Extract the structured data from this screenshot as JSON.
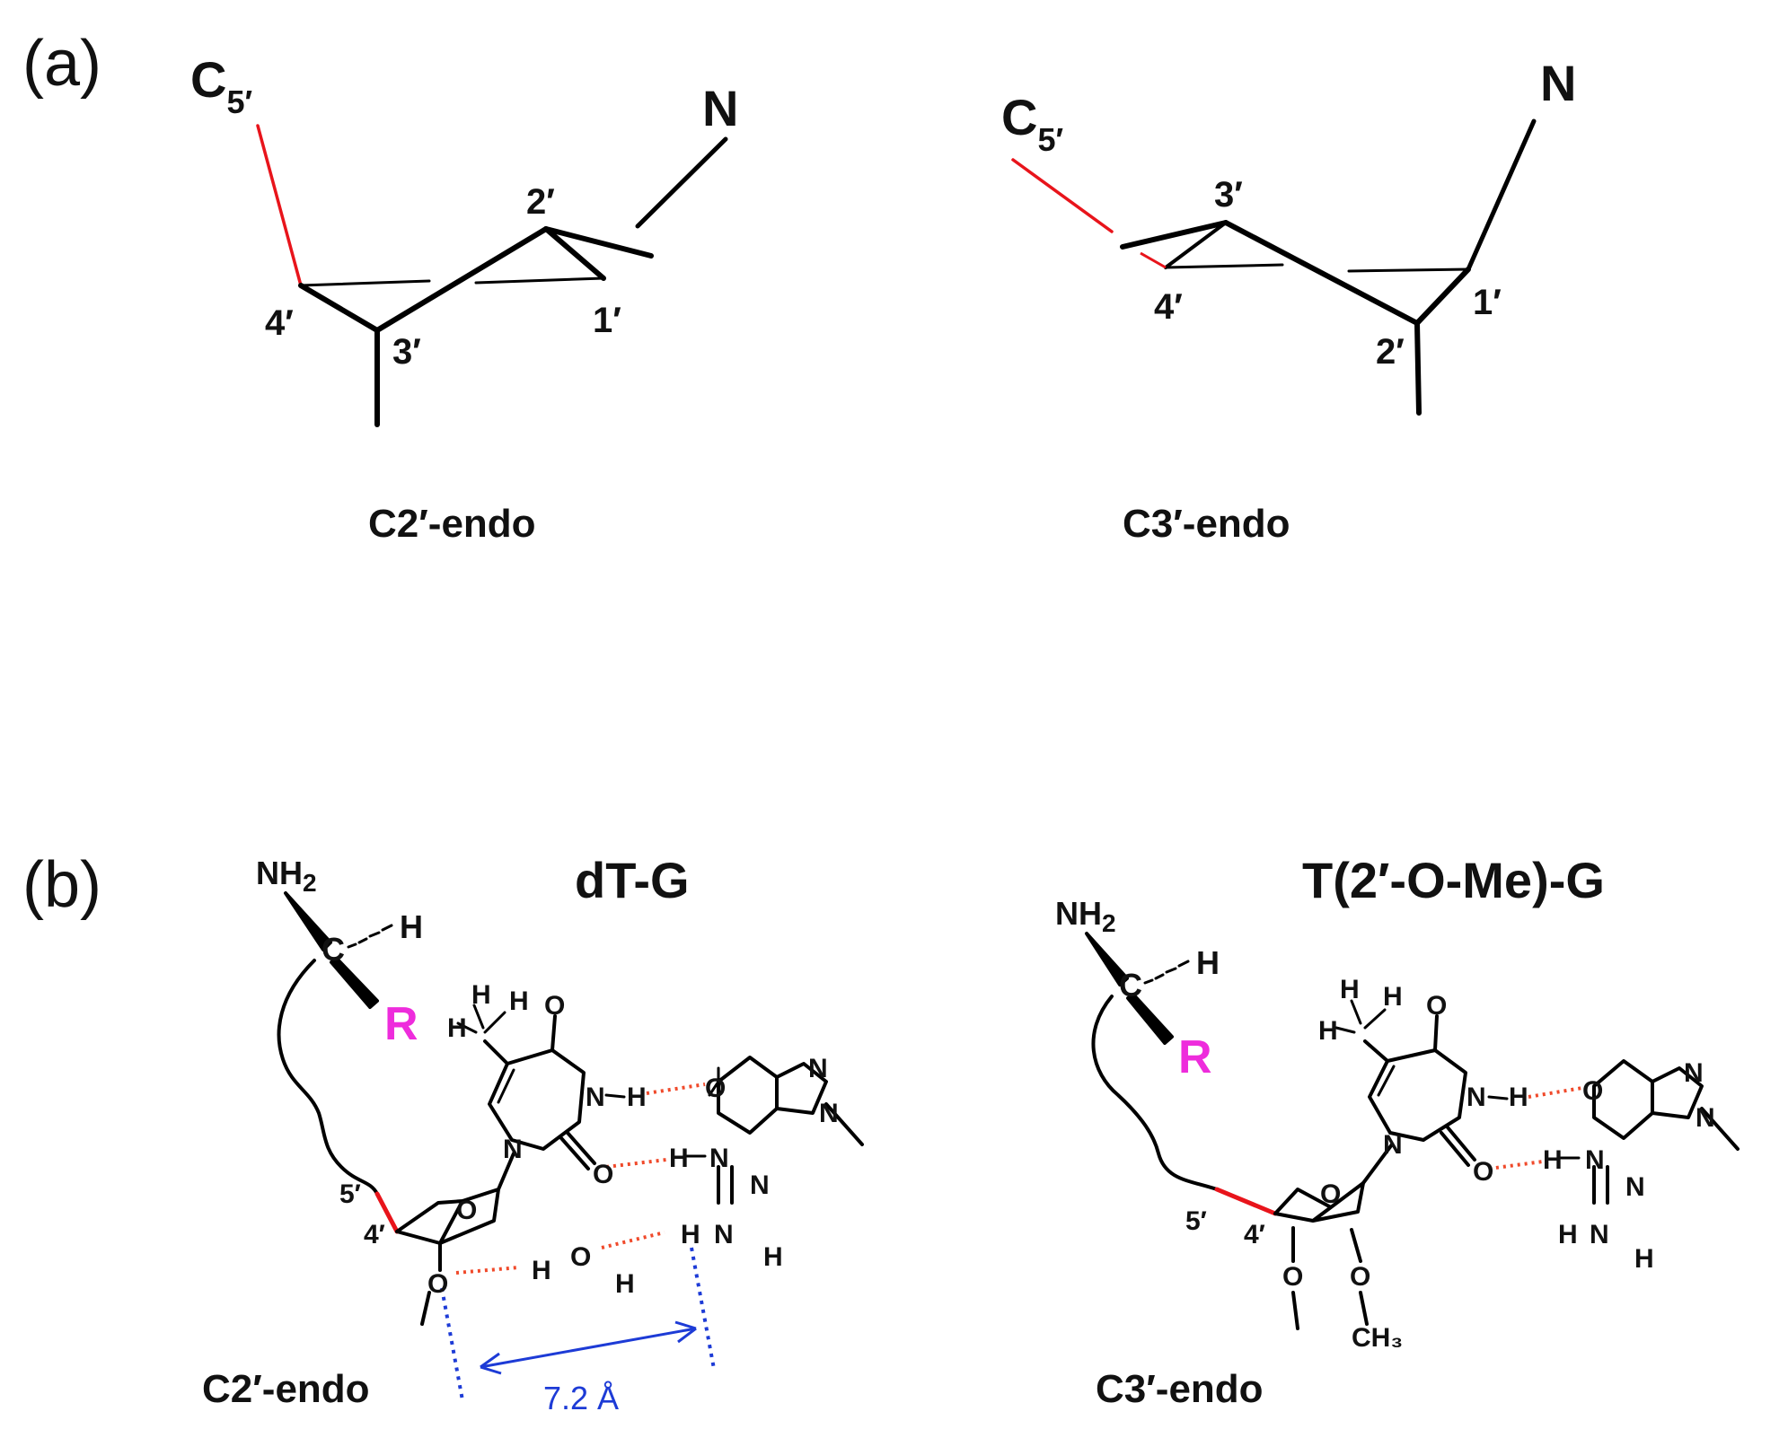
{
  "panel_a": {
    "label": "(a)",
    "left": {
      "c5_main": "C",
      "c5_sub": "5′",
      "n": "N",
      "c1": "1′",
      "c2": "2′",
      "c3": "3′",
      "c4": "4′",
      "caption": "C2′-endo"
    },
    "right": {
      "c5_main": "C",
      "c5_sub": "5′",
      "n": "N",
      "c1": "1′",
      "c2": "2′",
      "c3": "3′",
      "c4": "4′",
      "caption": "C3′-endo"
    }
  },
  "panel_b": {
    "label": "(b)",
    "left": {
      "title": "dT-G",
      "nh2_main": "NH",
      "nh2_sub": "2",
      "c": "C",
      "h": "H",
      "r": "R",
      "five": "5′",
      "four": "4′",
      "o": "O",
      "n": "N",
      "hx": "H",
      "water_h1": "H",
      "water_o": "O",
      "water_h2": "H",
      "distance": "7.2 Å",
      "caption": "C2′-endo"
    },
    "right": {
      "title": "T(2′-O-Me)-G",
      "nh2_main": "NH",
      "nh2_sub": "2",
      "c": "C",
      "h": "H",
      "r": "R",
      "five": "5′",
      "four": "4′",
      "o": "O",
      "n": "N",
      "hx": "H",
      "ch3": "CH₃",
      "caption": "C3′-endo"
    }
  },
  "colors": {
    "bond": "#000000",
    "c5_bond": "#e8141b",
    "hbond": "#f04a2b",
    "r_group": "#ee2cdc",
    "distance": "#1d3bd6"
  }
}
